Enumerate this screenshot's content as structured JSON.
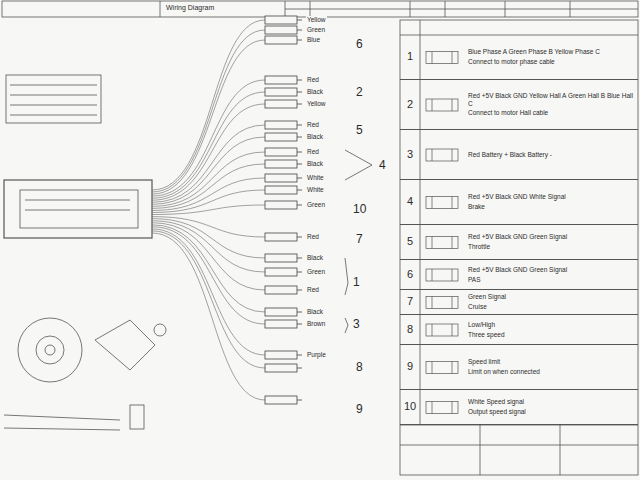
{
  "diagram": {
    "title": "Wiring Diagram",
    "nodes": [
      {
        "text": [
          "1",
          "Blue Phase A Green Phase B Yellow Phase C",
          "Connect to motor phase cable"
        ]
      },
      {
        "text": [
          "2",
          "Red +5V Black GND Yellow Hall A Green Hall B Blue Hall C",
          "Connect to motor Hall cable"
        ]
      },
      {
        "text": [
          "3",
          "Red Battery + Black Battery -"
        ]
      },
      {
        "text": [
          "4",
          "Red +5V Black GND White Signal",
          "Brake"
        ]
      },
      {
        "text": [
          "5",
          "Red +5V Black GND Green Signal",
          "Throttle"
        ]
      },
      {
        "text": [
          "6",
          "Red +5V Black GND Green Signal",
          "PAS"
        ]
      },
      {
        "text": [
          "7",
          "Green Signal",
          "Cruise"
        ]
      },
      {
        "text": [
          "8",
          "Low/High",
          "Three speed"
        ]
      },
      {
        "text": [
          "9",
          "Speed limit",
          "Limit on when connected"
        ]
      },
      {
        "text": [
          "10",
          "White Speed signal",
          "Output speed signal"
        ]
      }
    ],
    "labels": [
      "6",
      "2",
      "5",
      "4",
      "10",
      "7",
      "1",
      "3",
      "8",
      "9",
      "Yellow",
      "Green",
      "Blue",
      "Red",
      "Black",
      "Yellow",
      "Red",
      "Black",
      "Red",
      "Black",
      "White",
      "White",
      "Green",
      "Red",
      "Black",
      "Green",
      "Red",
      "Black",
      "Brown",
      "Purple"
    ]
  }
}
